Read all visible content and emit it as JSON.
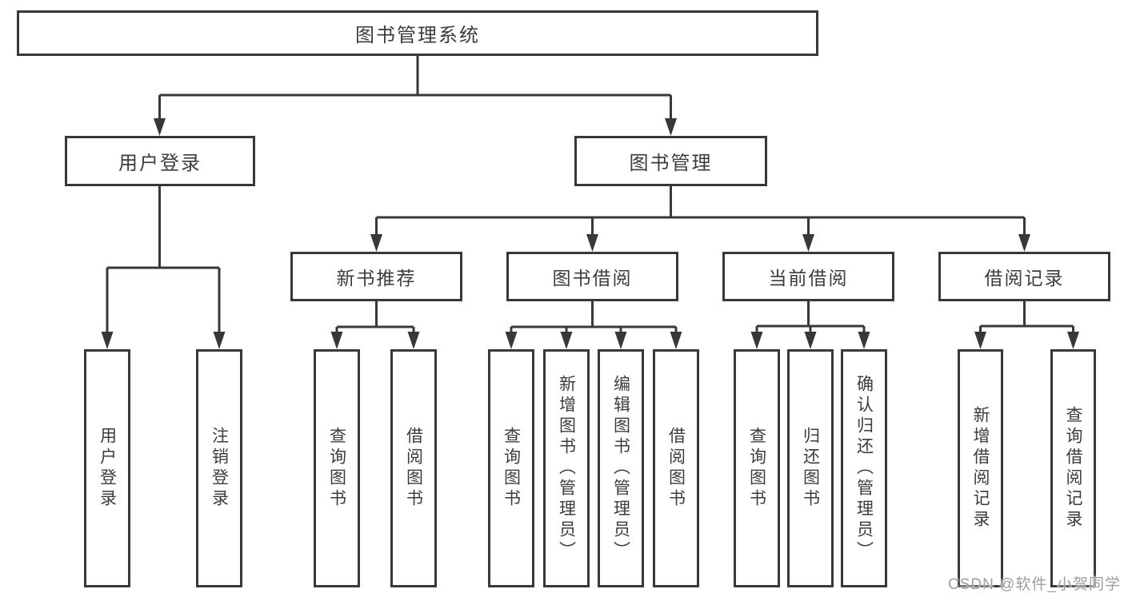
{
  "diagram_title": "图书管理系统",
  "tree": {
    "root": "图书管理系统",
    "login": {
      "label": "用户登录",
      "children": [
        "用户登录",
        "注销登录"
      ]
    },
    "book_mgmt": {
      "label": "图书管理",
      "children": [
        {
          "label": "新书推荐",
          "children": [
            "查询图书",
            "借阅图书"
          ]
        },
        {
          "label": "图书借阅",
          "children": [
            "查询图书",
            "新增图书（管理员）",
            "编辑图书（管理员）",
            "借阅图书"
          ]
        },
        {
          "label": "当前借阅",
          "children": [
            "查询图书",
            "归还图书",
            "确认归还（管理员）"
          ]
        },
        {
          "label": "借阅记录",
          "children": [
            "新增借阅记录",
            "查询借阅记录"
          ]
        }
      ]
    }
  },
  "watermark": {
    "text": "CSDN @软件_小贺同学"
  },
  "colors": {
    "line": "#383838",
    "text": "#3c3c3c",
    "box-bg": "#ffffff",
    "watermark": "#9e9e9e",
    "bg": "#ffffff"
  }
}
